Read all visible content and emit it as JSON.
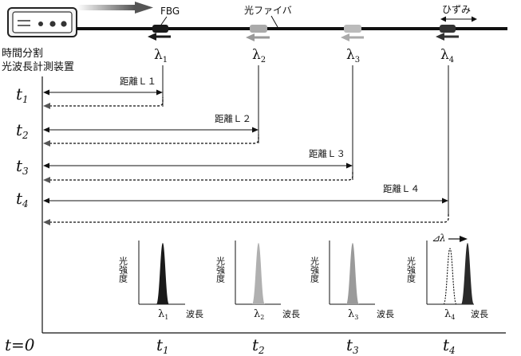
{
  "device": {
    "label_line1": "時間分割",
    "label_line2": "光波長計測装置"
  },
  "fiber": {
    "fbg_label": "FBG",
    "fiber_label": "光ファイバ",
    "strain_label": "ひずみ"
  },
  "sensors": [
    {
      "lambda": "λ",
      "sub": "1",
      "color": "#1a1a1a"
    },
    {
      "lambda": "λ",
      "sub": "2",
      "color": "#aaaaaa"
    },
    {
      "lambda": "λ",
      "sub": "3",
      "color": "#aaaaaa"
    },
    {
      "lambda": "λ",
      "sub": "4",
      "color": "#333333"
    }
  ],
  "timing": {
    "rows": [
      {
        "t": "t",
        "sub": "1",
        "distance": "距離Ｌ１"
      },
      {
        "t": "t",
        "sub": "2",
        "distance": "距離Ｌ２"
      },
      {
        "t": "t",
        "sub": "3",
        "distance": "距離Ｌ３"
      },
      {
        "t": "t",
        "sub": "4",
        "distance": "距離Ｌ４"
      }
    ]
  },
  "spectra": [
    {
      "ylabel": "光強度",
      "lambda": "λ",
      "sub": "1",
      "xlabel": "波長",
      "color": "#1a1a1a"
    },
    {
      "ylabel": "光強度",
      "lambda": "λ",
      "sub": "2",
      "xlabel": "波長",
      "color": "#b0b0b0"
    },
    {
      "ylabel": "光強度",
      "lambda": "λ",
      "sub": "3",
      "xlabel": "波長",
      "color": "#9a9a9a"
    },
    {
      "ylabel": "光強度",
      "lambda": "λ",
      "sub": "4",
      "xlabel": "波長",
      "color": "#2a2a2a",
      "shift_label": "⊿λ"
    }
  ],
  "time_axis": {
    "origin": "t=0",
    "ticks": [
      {
        "t": "t",
        "sub": "1"
      },
      {
        "t": "t",
        "sub": "2"
      },
      {
        "t": "t",
        "sub": "3"
      },
      {
        "t": "t",
        "sub": "4"
      }
    ]
  }
}
